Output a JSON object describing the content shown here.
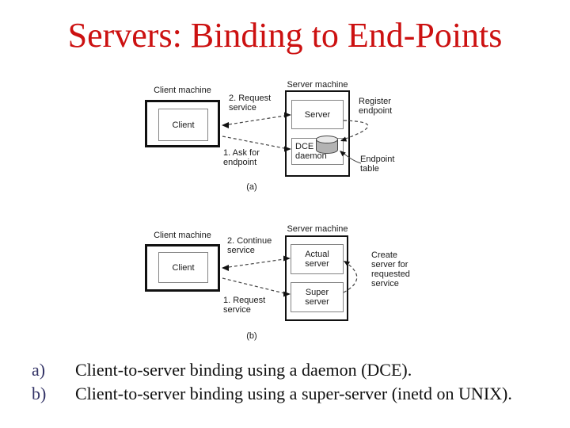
{
  "title": {
    "text": "Servers: Binding to End-Points"
  },
  "diagram_a": {
    "client_machine": "Client machine",
    "client": "Client",
    "server_machine": "Server machine",
    "server": "Server",
    "dce_daemon": "DCE\ndaemon",
    "step2": "2. Request\nservice",
    "step1": "1. Ask for\nendpoint",
    "register_endpoint": "Register\nendpoint",
    "endpoint_table": "Endpoint\ntable",
    "caption": "(a)"
  },
  "diagram_b": {
    "client_machine": "Client machine",
    "client": "Client",
    "server_machine": "Server machine",
    "actual_server": "Actual\nserver",
    "super_server": "Super\nserver",
    "step2": "2. Continue\nservice",
    "step1": "1. Request\nservice",
    "create_server": "Create\nserver for\nrequested\nservice",
    "caption": "(b)"
  },
  "bullets": [
    {
      "marker": "a)",
      "text": "Client-to-server binding using a daemon (DCE)."
    },
    {
      "marker": "b)",
      "text": "Client-to-server binding using a super-server (inetd on UNIX)."
    }
  ],
  "colors": {
    "title": "#cc1111",
    "marker": "#333366",
    "line": "#444444"
  }
}
